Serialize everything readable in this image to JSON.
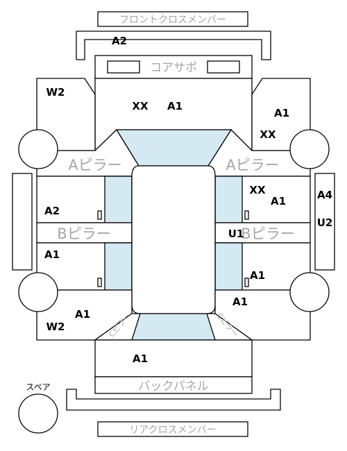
{
  "colors": {
    "glass_fill": "#d5e9f2",
    "outline": "#000000",
    "gray_text": "#a6a6a6",
    "background": "#ffffff"
  },
  "titles": {
    "front_cross_member": "フロントクロスメンバー",
    "core_support": "コアサポ",
    "back_panel": "バックパネル",
    "rear_cross_member": "リアクロスメンバー",
    "spare": "スペア",
    "a_pillar_left": "Aピラー",
    "a_pillar_right": "Aピラー",
    "b_pillar_left": "Bピラー",
    "b_pillar_right": "Bピラー",
    "c_pillar_left": "Cピラー",
    "c_pillar_right": "Cピラー"
  },
  "labels": {
    "front_member_grade": "A2",
    "front_left_fender": "W2",
    "hood_mark_1": "XX",
    "hood_grade": "A1",
    "front_right_grade": "A1",
    "front_right_mark": "XX",
    "front_left_door_grade": "A2",
    "front_right_door_mark": "XX",
    "front_right_door_grade": "A1",
    "right_sill_grade_1": "A4",
    "right_sill_grade_2": "U2",
    "right_b_pillar_grade": "U1",
    "rear_left_door_grade": "A1",
    "rear_right_door_grade": "A1",
    "rear_right_fender_grade": "A1",
    "rear_left_fender_grade": "A1",
    "rear_left_fender_mark": "W2",
    "trunk_grade": "A1"
  }
}
